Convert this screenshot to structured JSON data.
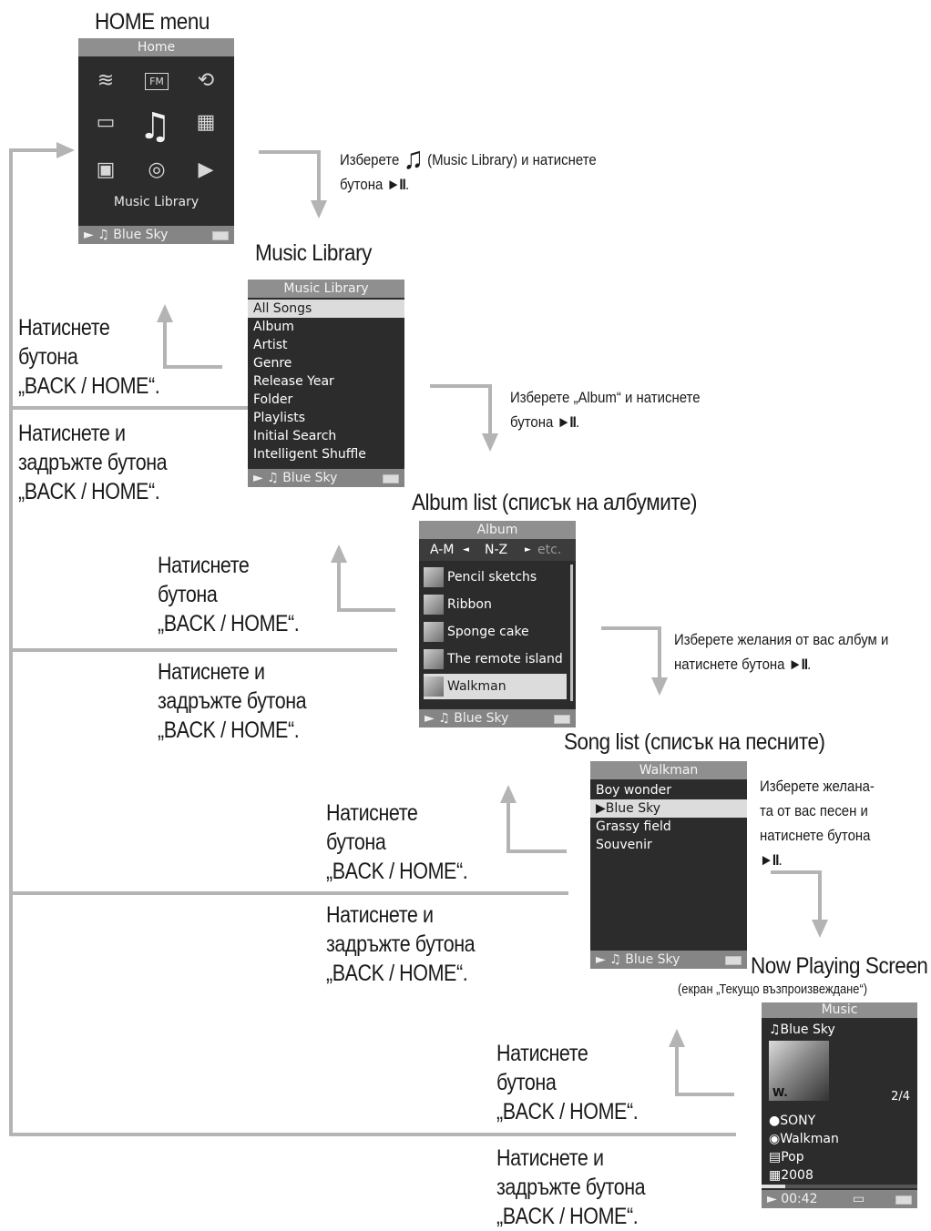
{
  "headings": {
    "home": "HOME menu",
    "music_library": "Music Library",
    "album_list": "Album list (списък на албумите)",
    "song_list": "Song list (списък на песните)",
    "now_playing": "Now Playing Screen",
    "now_playing_sub": "(екран „Текущо възпроизвеждане“)"
  },
  "instructions": {
    "step1_pre": "Изберете",
    "step1_post": "(Music Library) и натиснете",
    "step1_line2": "бутона",
    "step2_line1": "Изберете „Album“ и натиснете",
    "step2_line2": "бутона",
    "step3_line1": "Изберете желания от вас албум и",
    "step3_line2": "натиснете бутона",
    "step4_line1": "Изберете желана-",
    "step4_line2": "та от вас песен и",
    "step4_line3": "натиснете бутона",
    "play_pause": "►II"
  },
  "back_notes": {
    "press_1": "Натиснете",
    "press_2": "бутона",
    "press_3": "„BACK / HOME“.",
    "hold_1": "Натиснете и",
    "hold_2": "задръжте бутона",
    "hold_3": "„BACK / HOME“."
  },
  "home_screen": {
    "title": "Home",
    "label": "Music Library",
    "status": "► ♫ Blue Sky",
    "icons": [
      "podcast-icon",
      "fm-radio-icon",
      "shuffle-icon",
      "photo-icon",
      "music-library-icon",
      "video-icon",
      "settings-icon",
      "noise-cancel-icon",
      "playlist-icon"
    ],
    "fm_text": "FM"
  },
  "music_library_screen": {
    "title": "Music Library",
    "items": [
      "All Songs",
      "Album",
      "Artist",
      "Genre",
      "Release Year",
      "Folder",
      "Playlists",
      "Initial Search",
      "Intelligent Shuffle"
    ],
    "selected_index": 0,
    "status": "► ♫ Blue Sky"
  },
  "album_screen": {
    "title": "Album",
    "nav": [
      "A-M",
      "◄",
      "N-Z",
      "►",
      "etc."
    ],
    "items": [
      "Pencil sketchs",
      "Ribbon",
      "Sponge cake",
      "The remote island",
      "Walkman"
    ],
    "selected_index": 4,
    "status": "► ♫ Blue Sky"
  },
  "song_screen": {
    "title": "Walkman",
    "items": [
      "Boy wonder",
      "Blue Sky",
      "Grassy field",
      "Souvenir"
    ],
    "selected_index": 1,
    "status": "► ♫ Blue Sky"
  },
  "now_playing_screen": {
    "title": "Music",
    "song": "♫Blue Sky",
    "track": "2/4",
    "artist": "SONY",
    "album": "Walkman",
    "genre": "Pop",
    "year": "2008",
    "time": "00:42",
    "progress": 0.15
  },
  "colors": {
    "line": "#b4b4b4",
    "screen_bg": "#2c2c2c",
    "titlebar": "#8f8f8f",
    "selection": "#dcdcdc"
  }
}
